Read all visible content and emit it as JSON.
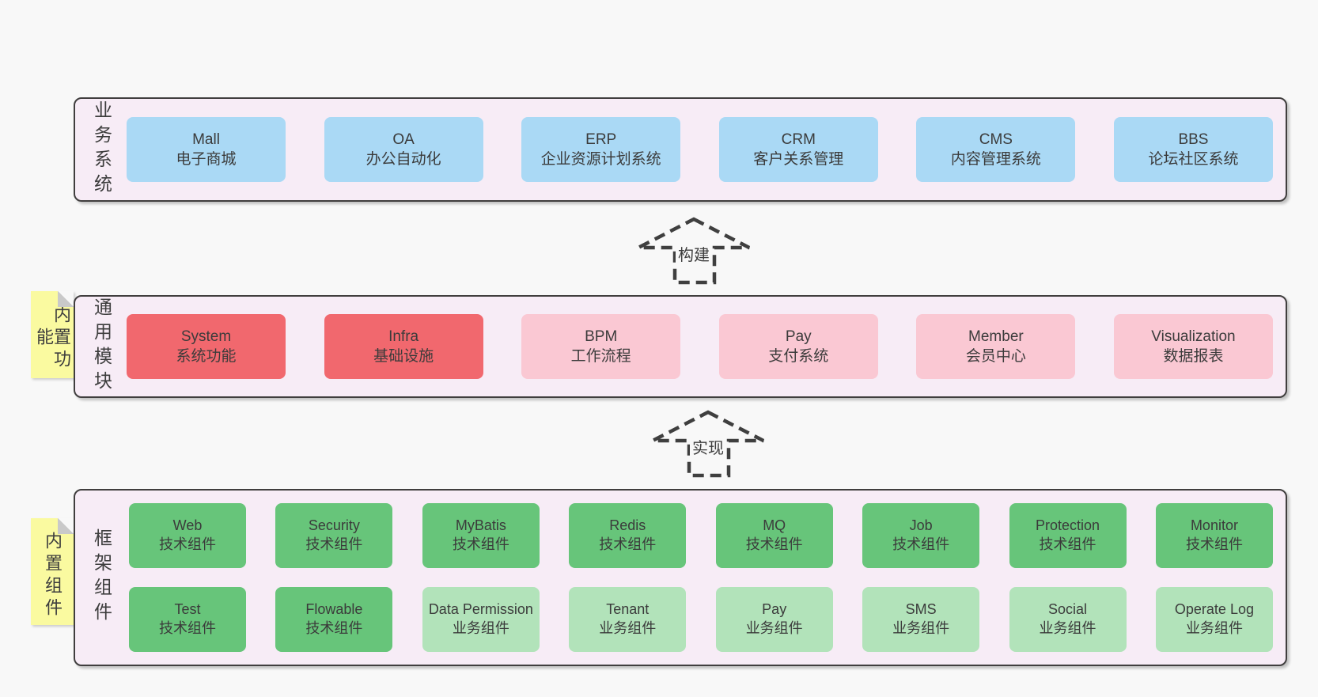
{
  "colors": {
    "page_bg": "#f8f8f8",
    "layer_bg": "#f7ecf6",
    "layer_border": "#403e3e",
    "blue_box": "#aad9f5",
    "red_box": "#f1686e",
    "pink_box": "#fac8d3",
    "green_dark_box": "#67c57a",
    "green_light_box": "#b2e3ba",
    "tab_bg": "#fafaa0",
    "tab_fold": "#c9c9c9",
    "text": "#3b3b3b"
  },
  "arrows": [
    {
      "label": "构建"
    },
    {
      "label": "实现"
    }
  ],
  "layers": [
    {
      "id": "business-systems",
      "side_label": "业务系统",
      "boxes": [
        {
          "en": "Mall",
          "zh": "电子商城",
          "variant": "blue"
        },
        {
          "en": "OA",
          "zh": "办公自动化",
          "variant": "blue"
        },
        {
          "en": "ERP",
          "zh": "企业资源计划系统",
          "variant": "blue"
        },
        {
          "en": "CRM",
          "zh": "客户关系管理",
          "variant": "blue"
        },
        {
          "en": "CMS",
          "zh": "内容管理系统",
          "variant": "blue"
        },
        {
          "en": "BBS",
          "zh": "论坛社区系统",
          "variant": "blue"
        }
      ]
    },
    {
      "id": "common-modules",
      "tab": "内置功能",
      "side_label": "通用模块",
      "boxes": [
        {
          "en": "System",
          "zh": "系统功能",
          "variant": "red"
        },
        {
          "en": "Infra",
          "zh": "基础设施",
          "variant": "red"
        },
        {
          "en": "BPM",
          "zh": "工作流程",
          "variant": "pink"
        },
        {
          "en": "Pay",
          "zh": "支付系统",
          "variant": "pink"
        },
        {
          "en": "Member",
          "zh": "会员中心",
          "variant": "pink"
        },
        {
          "en": "Visualization",
          "zh": "数据报表",
          "variant": "pink"
        }
      ]
    },
    {
      "id": "framework-components",
      "tab": "内置组件",
      "side_label": "框架组件",
      "rows": [
        [
          {
            "en": "Web",
            "zh": "技术组件",
            "variant": "green-dark"
          },
          {
            "en": "Security",
            "zh": "技术组件",
            "variant": "green-dark"
          },
          {
            "en": "MyBatis",
            "zh": "技术组件",
            "variant": "green-dark"
          },
          {
            "en": "Redis",
            "zh": "技术组件",
            "variant": "green-dark"
          },
          {
            "en": "MQ",
            "zh": "技术组件",
            "variant": "green-dark"
          },
          {
            "en": "Job",
            "zh": "技术组件",
            "variant": "green-dark"
          },
          {
            "en": "Protection",
            "zh": "技术组件",
            "variant": "green-dark"
          },
          {
            "en": "Monitor",
            "zh": "技术组件",
            "variant": "green-dark"
          }
        ],
        [
          {
            "en": "Test",
            "zh": "技术组件",
            "variant": "green-dark"
          },
          {
            "en": "Flowable",
            "zh": "技术组件",
            "variant": "green-dark"
          },
          {
            "en": "Data Permission",
            "zh": "业务组件",
            "variant": "green-light"
          },
          {
            "en": "Tenant",
            "zh": "业务组件",
            "variant": "green-light"
          },
          {
            "en": "Pay",
            "zh": "业务组件",
            "variant": "green-light"
          },
          {
            "en": "SMS",
            "zh": "业务组件",
            "variant": "green-light"
          },
          {
            "en": "Social",
            "zh": "业务组件",
            "variant": "green-light"
          },
          {
            "en": "Operate Log",
            "zh": "业务组件",
            "variant": "green-light"
          }
        ]
      ]
    }
  ]
}
